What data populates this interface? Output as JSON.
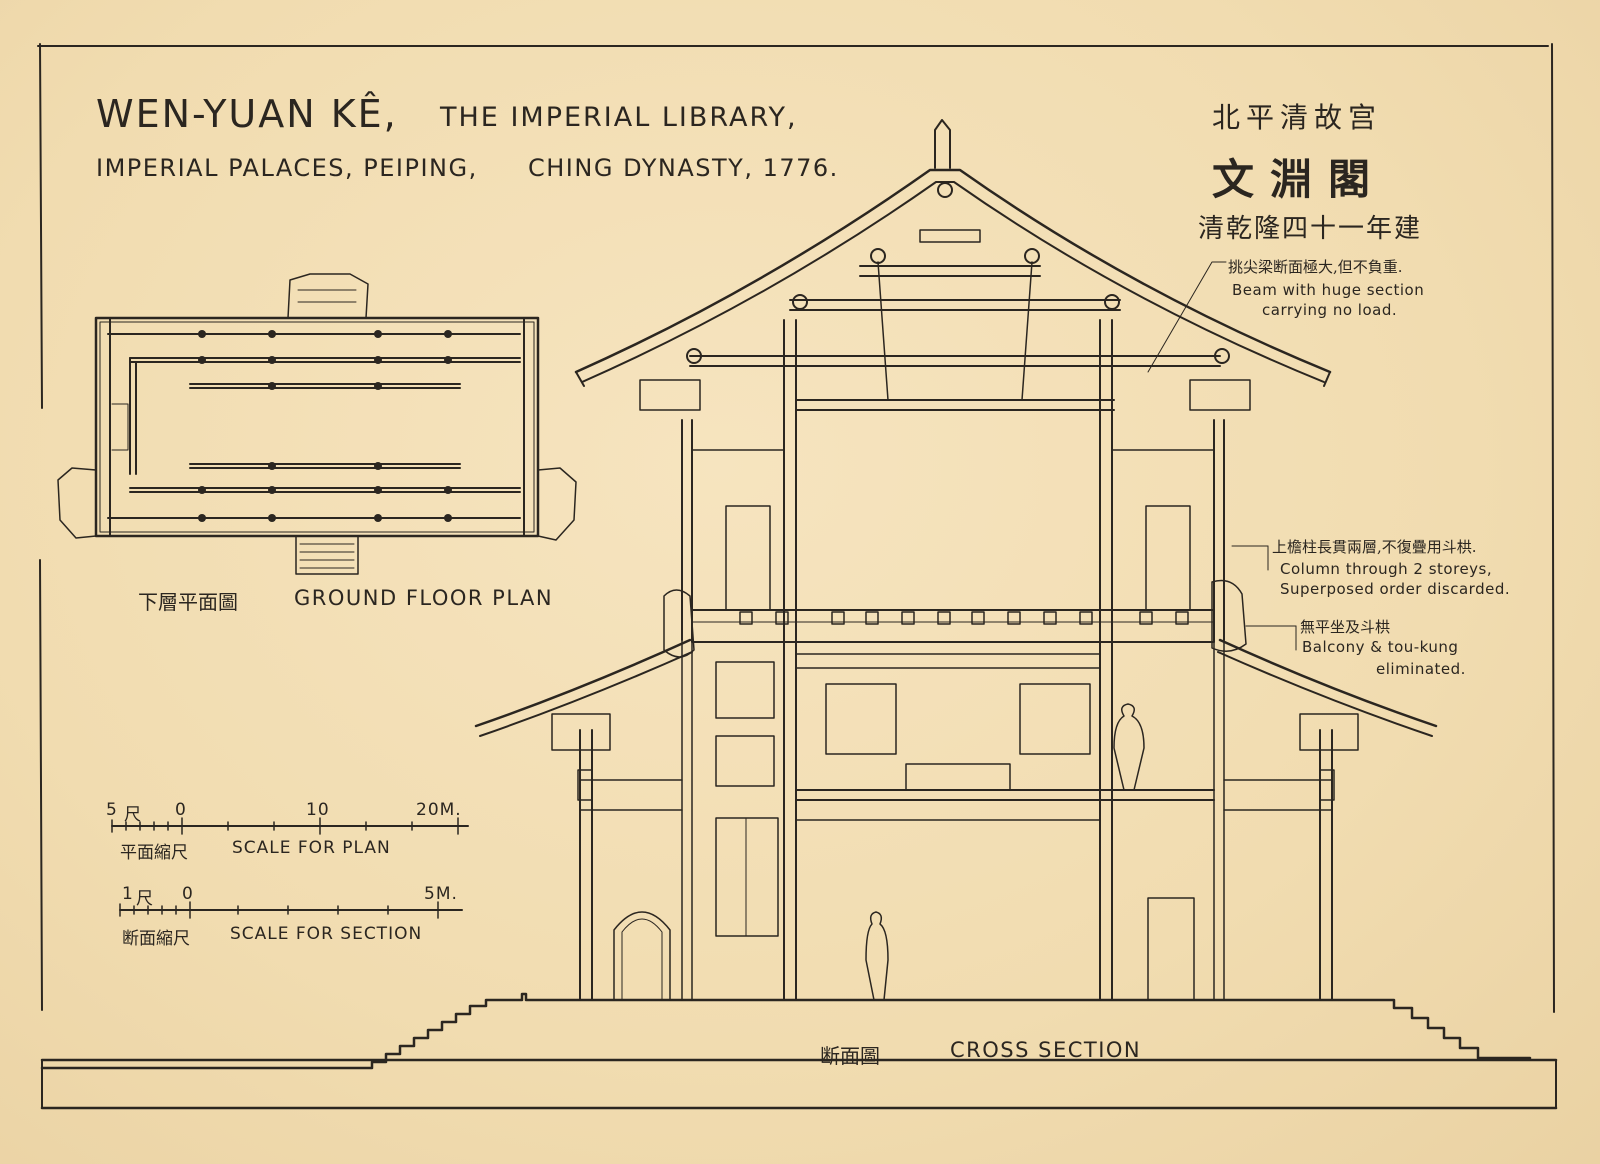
{
  "title": {
    "line1_main": "WEN-YUAN KÊ,",
    "line1_rest": "THE IMPERIAL LIBRARY,",
    "line2_main": "IMPERIAL PALACES, PEIPING,",
    "line2_rest": "CHING DYNASTY, 1776."
  },
  "chinese_title": {
    "line1": "北平清故宫",
    "line2": "文淵閣",
    "line3": "清乾隆四十一年建"
  },
  "annotations": {
    "beam_cn": "挑尖梁断面極大,但不負重.",
    "beam_en1": "Beam with huge section",
    "beam_en2": "carrying no load.",
    "column_cn": "上檐柱長貫兩層,不復疊用斗栱.",
    "column_en1": "Column through 2 storeys,",
    "column_en2": "Superposed order discarded.",
    "balcony_cn": "無平坐及斗栱",
    "balcony_en1": "Balcony & tou-kung",
    "balcony_en2": "eliminated."
  },
  "plan": {
    "caption_cn": "下層平面圖",
    "caption_en": "GROUND FLOOR PLAN"
  },
  "section": {
    "caption_cn": "断面圖",
    "caption_en": "CROSS SECTION"
  },
  "scales": {
    "plan_ticks": [
      "5",
      "0",
      "10",
      "20M."
    ],
    "plan_mid": "尺",
    "plan_label_cn": "平面縮尺",
    "plan_label_en": "SCALE FOR PLAN",
    "section_ticks": [
      "1",
      "0",
      "5M."
    ],
    "section_mid": "尺",
    "section_label_cn": "断面縮尺",
    "section_label_en": "SCALE FOR SECTION"
  },
  "colors": {
    "paper": "#f3dfb6",
    "ink": "#2b2620"
  }
}
